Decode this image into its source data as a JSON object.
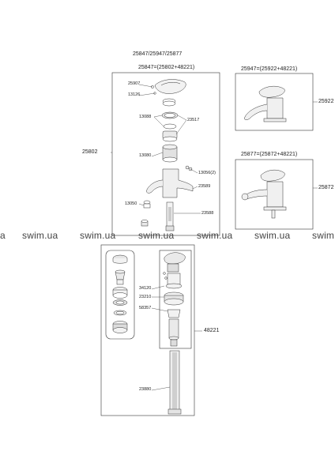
{
  "header": {
    "model_list": "25847/25947/25877"
  },
  "main_box": {
    "title": "25847=(25802+48221)",
    "side_ref": "25802"
  },
  "main_parts": {
    "p25907": "25907",
    "p13126": "13126",
    "p13088": "13088",
    "p23517": "23517",
    "p13080": "13080",
    "p13056": "13056(2)",
    "p23589": "23589",
    "p13050": "13050",
    "p23588": "23588"
  },
  "variant_a": {
    "title": "25947=(25922+48221)",
    "ref": "25922"
  },
  "variant_b": {
    "title": "25877=(25872+48221)",
    "ref": "25872"
  },
  "watermark": {
    "items": [
      "a",
      "swim.ua",
      "swim.ua",
      "swim.ua",
      "swim.ua",
      "swim.ua",
      "swim"
    ]
  },
  "lower_box": {
    "ref": "48221",
    "parts": {
      "p34120": "34120",
      "p23210": "23210",
      "p58357": "58357",
      "p23880": "23880"
    }
  }
}
